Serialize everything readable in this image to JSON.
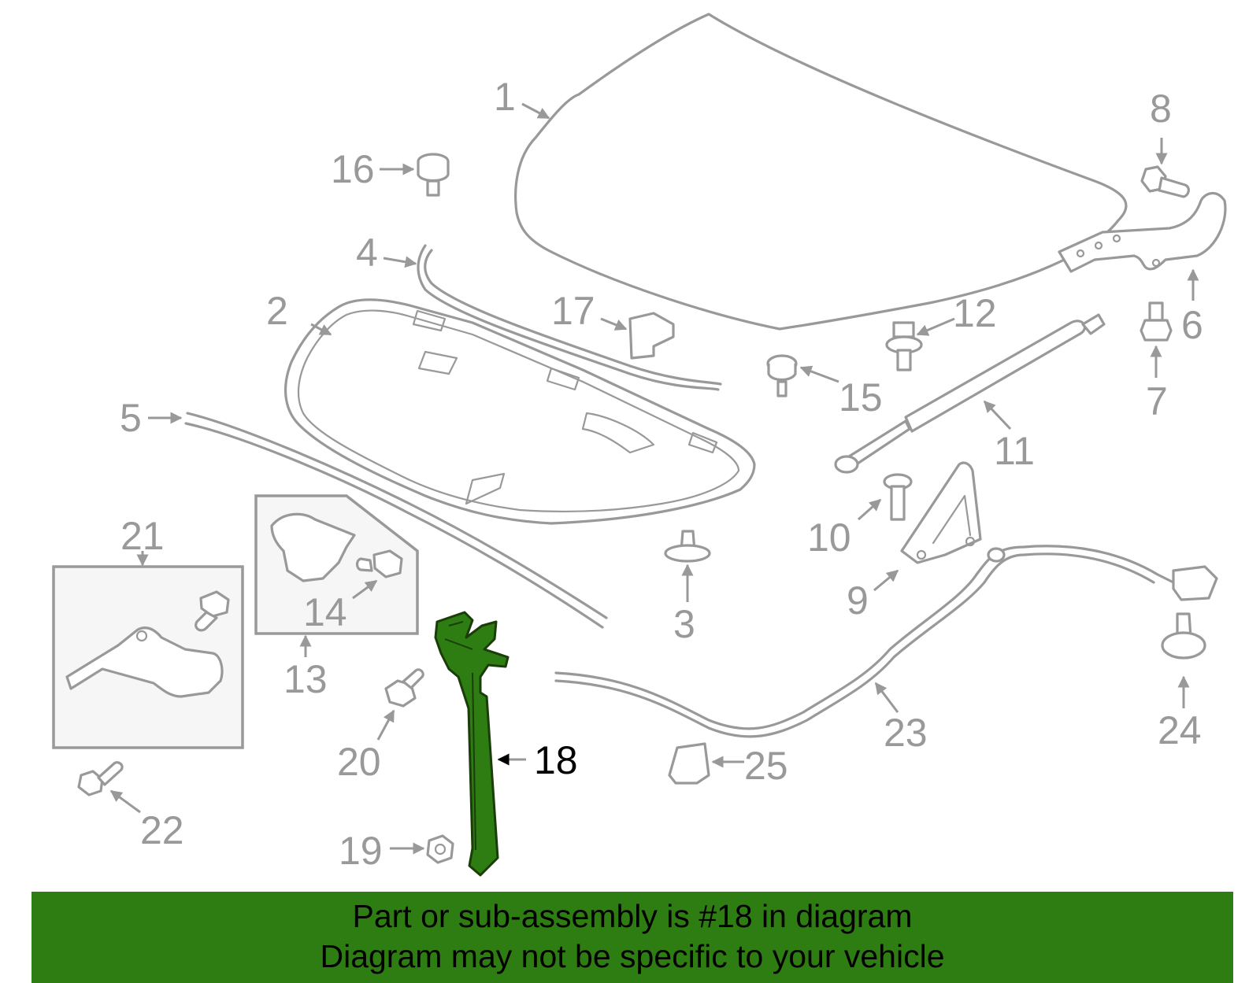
{
  "diagram": {
    "highlight_color": "#2e7d12",
    "part_color": "#999999",
    "callouts": [
      {
        "id": "c1",
        "label": "1"
      },
      {
        "id": "c2",
        "label": "2"
      },
      {
        "id": "c3",
        "label": "3"
      },
      {
        "id": "c4",
        "label": "4"
      },
      {
        "id": "c5",
        "label": "5"
      },
      {
        "id": "c6",
        "label": "6"
      },
      {
        "id": "c7",
        "label": "7"
      },
      {
        "id": "c8",
        "label": "8"
      },
      {
        "id": "c9",
        "label": "9"
      },
      {
        "id": "c10",
        "label": "10"
      },
      {
        "id": "c11",
        "label": "11"
      },
      {
        "id": "c12",
        "label": "12"
      },
      {
        "id": "c13",
        "label": "13"
      },
      {
        "id": "c14",
        "label": "14"
      },
      {
        "id": "c15",
        "label": "15"
      },
      {
        "id": "c16",
        "label": "16"
      },
      {
        "id": "c17",
        "label": "17"
      },
      {
        "id": "c18",
        "label": "18",
        "highlighted": true
      },
      {
        "id": "c19",
        "label": "19"
      },
      {
        "id": "c20",
        "label": "20"
      },
      {
        "id": "c21",
        "label": "21"
      },
      {
        "id": "c22",
        "label": "22"
      },
      {
        "id": "c23",
        "label": "23"
      },
      {
        "id": "c24",
        "label": "24"
      },
      {
        "id": "c25",
        "label": "25"
      }
    ]
  },
  "banner": {
    "line1": "Part or sub-assembly is #18 in diagram",
    "line2": "Diagram may not be specific to your vehicle",
    "background": "#2e7d12"
  }
}
